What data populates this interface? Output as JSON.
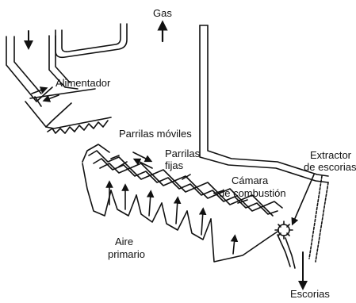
{
  "labels": {
    "gas": "Gas",
    "feeder": "Alimentador",
    "moving_grates": "Parrilas móviles",
    "fixed_grates_1": "Parrilas",
    "fixed_grates_2": "fijas",
    "chamber_1": "Cámara",
    "chamber_2": "de combustión",
    "extractor_1": "Extractor",
    "extractor_2": "de escorias",
    "primary_air_1": "Aire",
    "primary_air_2": "primario",
    "slag": "Escorias"
  },
  "colors": {
    "ink": "#111111",
    "paper": "#ffffff"
  }
}
